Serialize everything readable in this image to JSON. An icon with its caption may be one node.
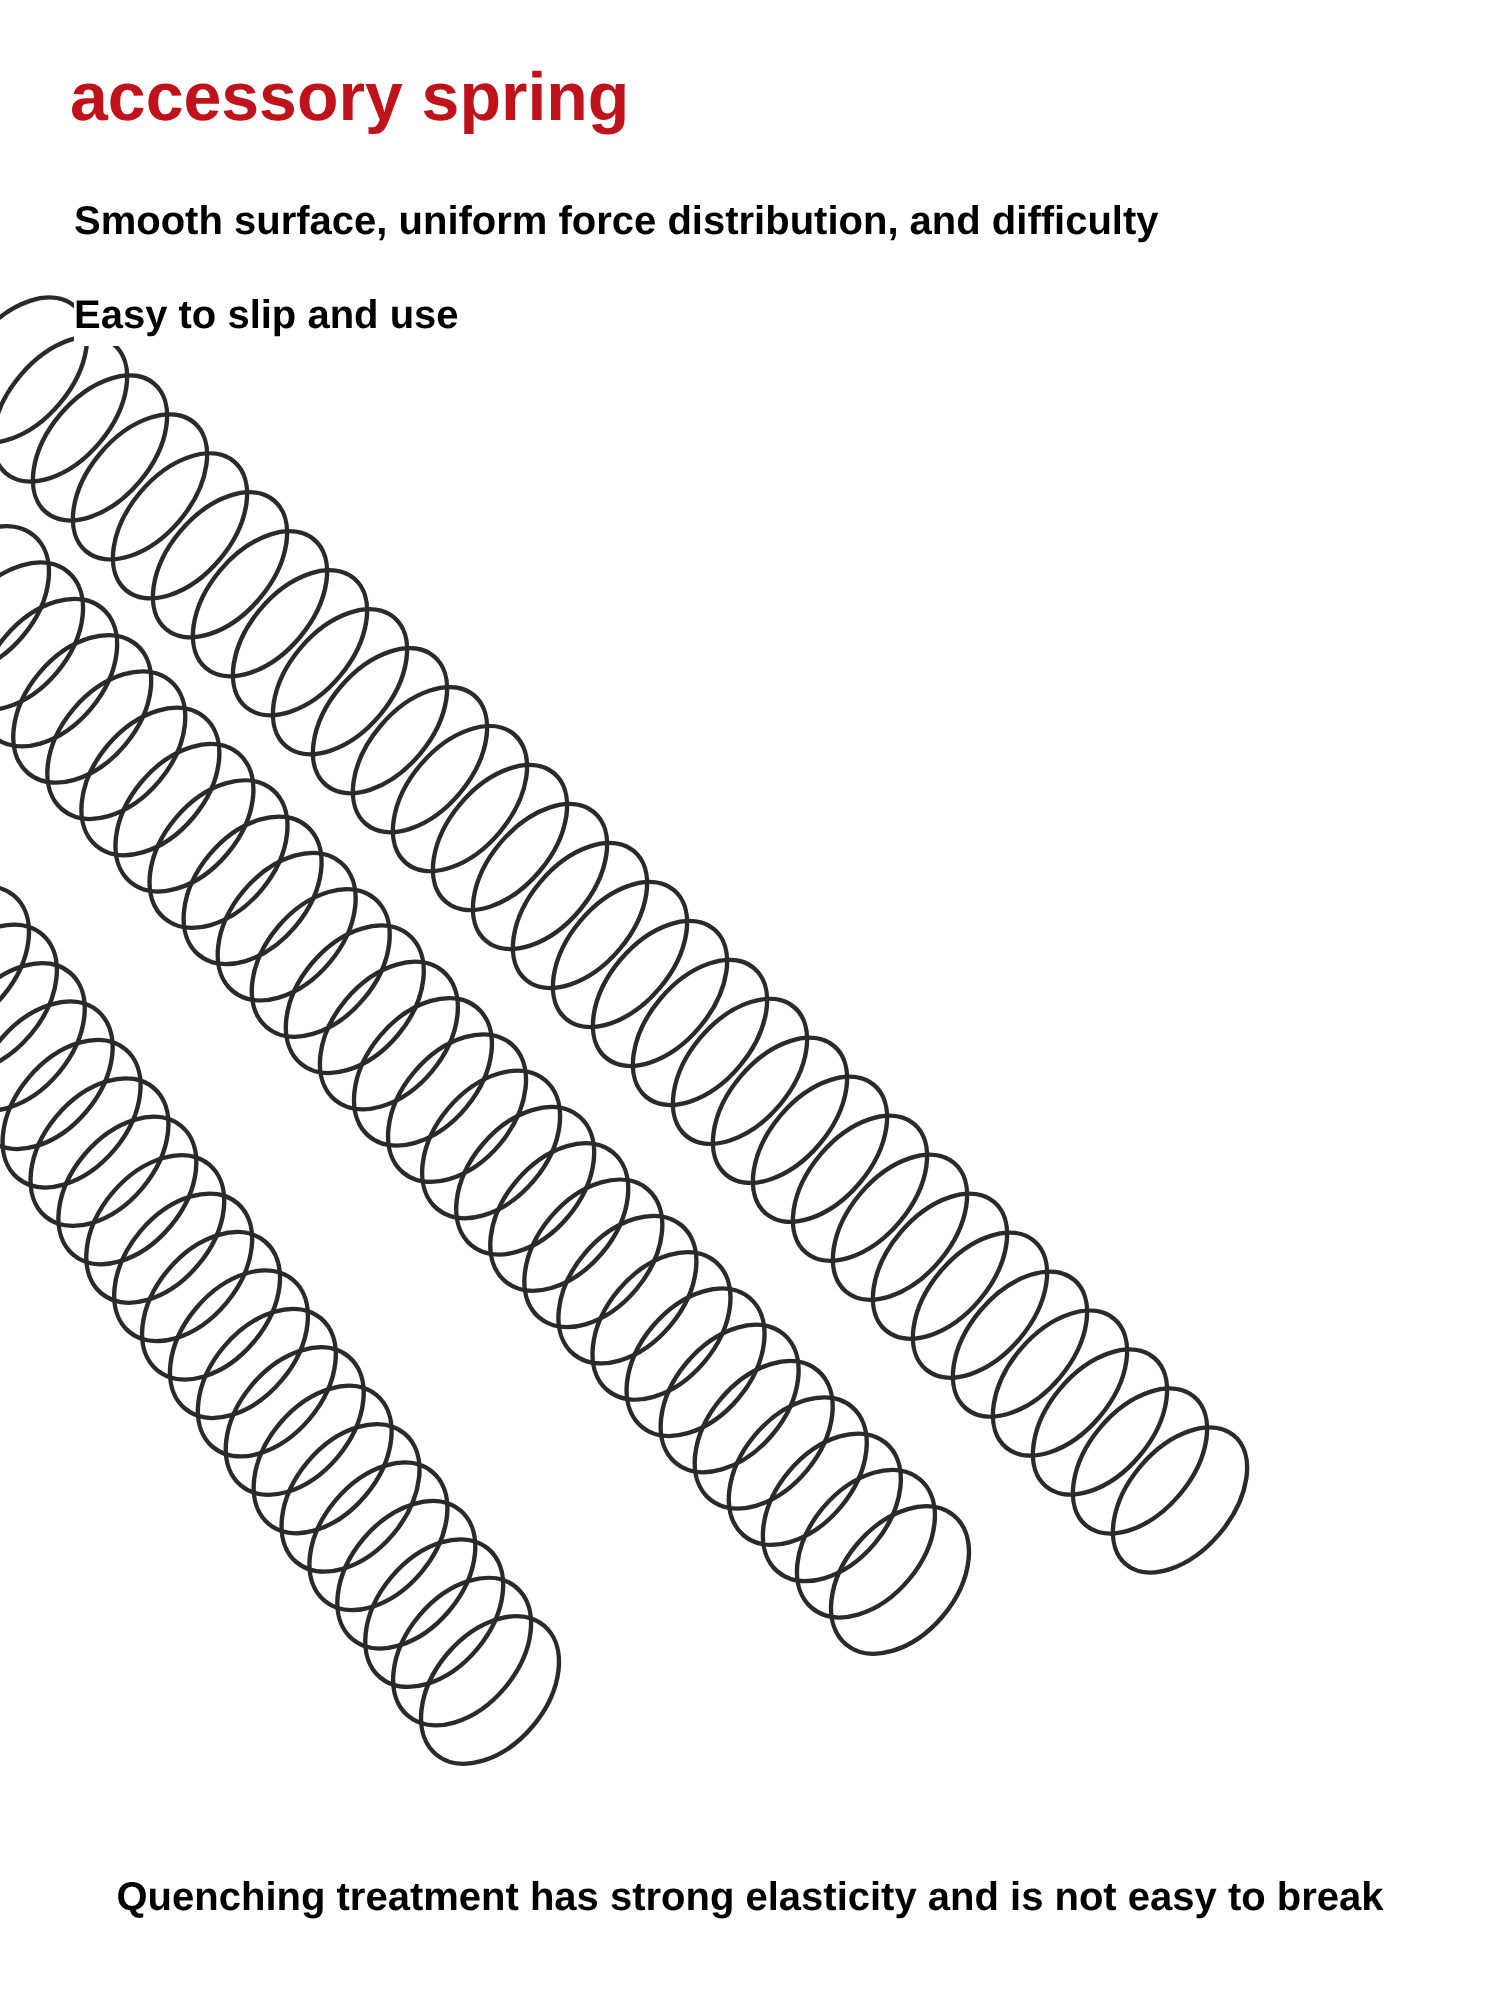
{
  "diagram": {
    "title": "accessory spring",
    "labels": [
      "Smooth surface, uniform force distribution, and difficulty",
      "Easy to slip and use",
      "Quenching treatment has strong elasticity and is not easy to break"
    ]
  }
}
